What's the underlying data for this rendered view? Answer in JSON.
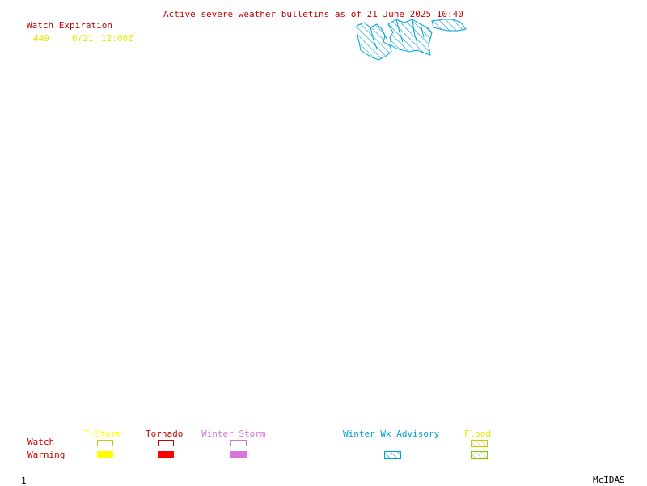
{
  "header": {
    "title": "Active severe weather bulletins as of 21 June 2025 10:40"
  },
  "watch_expiration": {
    "label": "Watch Expiration",
    "entries": [
      {
        "number": "449",
        "date": "6/21",
        "time": "12:00Z"
      }
    ]
  },
  "legend": {
    "row_labels": {
      "watch": "Watch",
      "warning": "Warning"
    },
    "categories": [
      {
        "label": "T-Storm",
        "color": "#ffff00",
        "watch_style": "outline",
        "warning_style": "fill"
      },
      {
        "label": "Tornado",
        "color": "#ff0000",
        "watch_style": "outline",
        "warning_style": "fill"
      },
      {
        "label": "Winter Storm",
        "color": "#d874d8",
        "watch_style": "outline",
        "warning_style": "fill"
      },
      {
        "label": "Winter Wx Advisory",
        "color": "#00a0d8",
        "watch_style": "none",
        "warning_style": "hatch"
      },
      {
        "label": "Flood",
        "color": "#c8c800",
        "warning_color": "#80c800",
        "watch_style": "hatch",
        "warning_style": "hatch"
      }
    ],
    "row_label_color": "#c80000"
  },
  "colors": {
    "title": "#c80000",
    "expiration_label": "#c80000",
    "expiration_values": "#e8e800",
    "advisory_region": "#00a0d8",
    "footer": "#000000"
  },
  "footer": {
    "frame_number": "1",
    "brand": "McIDAS"
  },
  "map": {
    "region_icon": "hatched-advisory-region"
  }
}
